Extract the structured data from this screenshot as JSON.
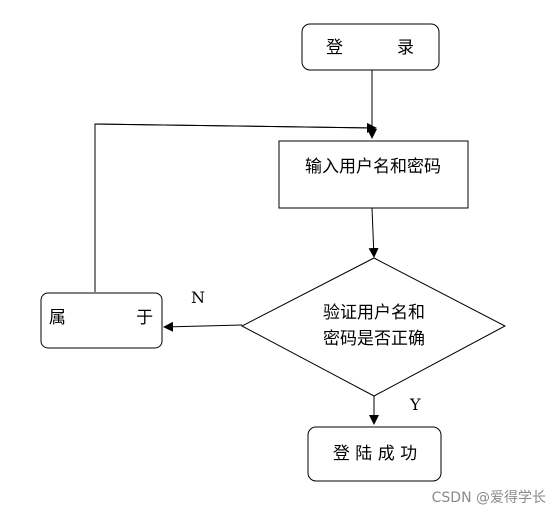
{
  "nodes": {
    "login": "登          录",
    "input_credentials": "输入用户名和密码",
    "verify_line1": "验证用户名和",
    "verify_line2": "密码是否正确",
    "belongs": "属             于",
    "login_success": "登 陆 成 功"
  },
  "edges": {
    "no_label": "N",
    "yes_label": "Y"
  },
  "watermark": "CSDN @爱得学长"
}
